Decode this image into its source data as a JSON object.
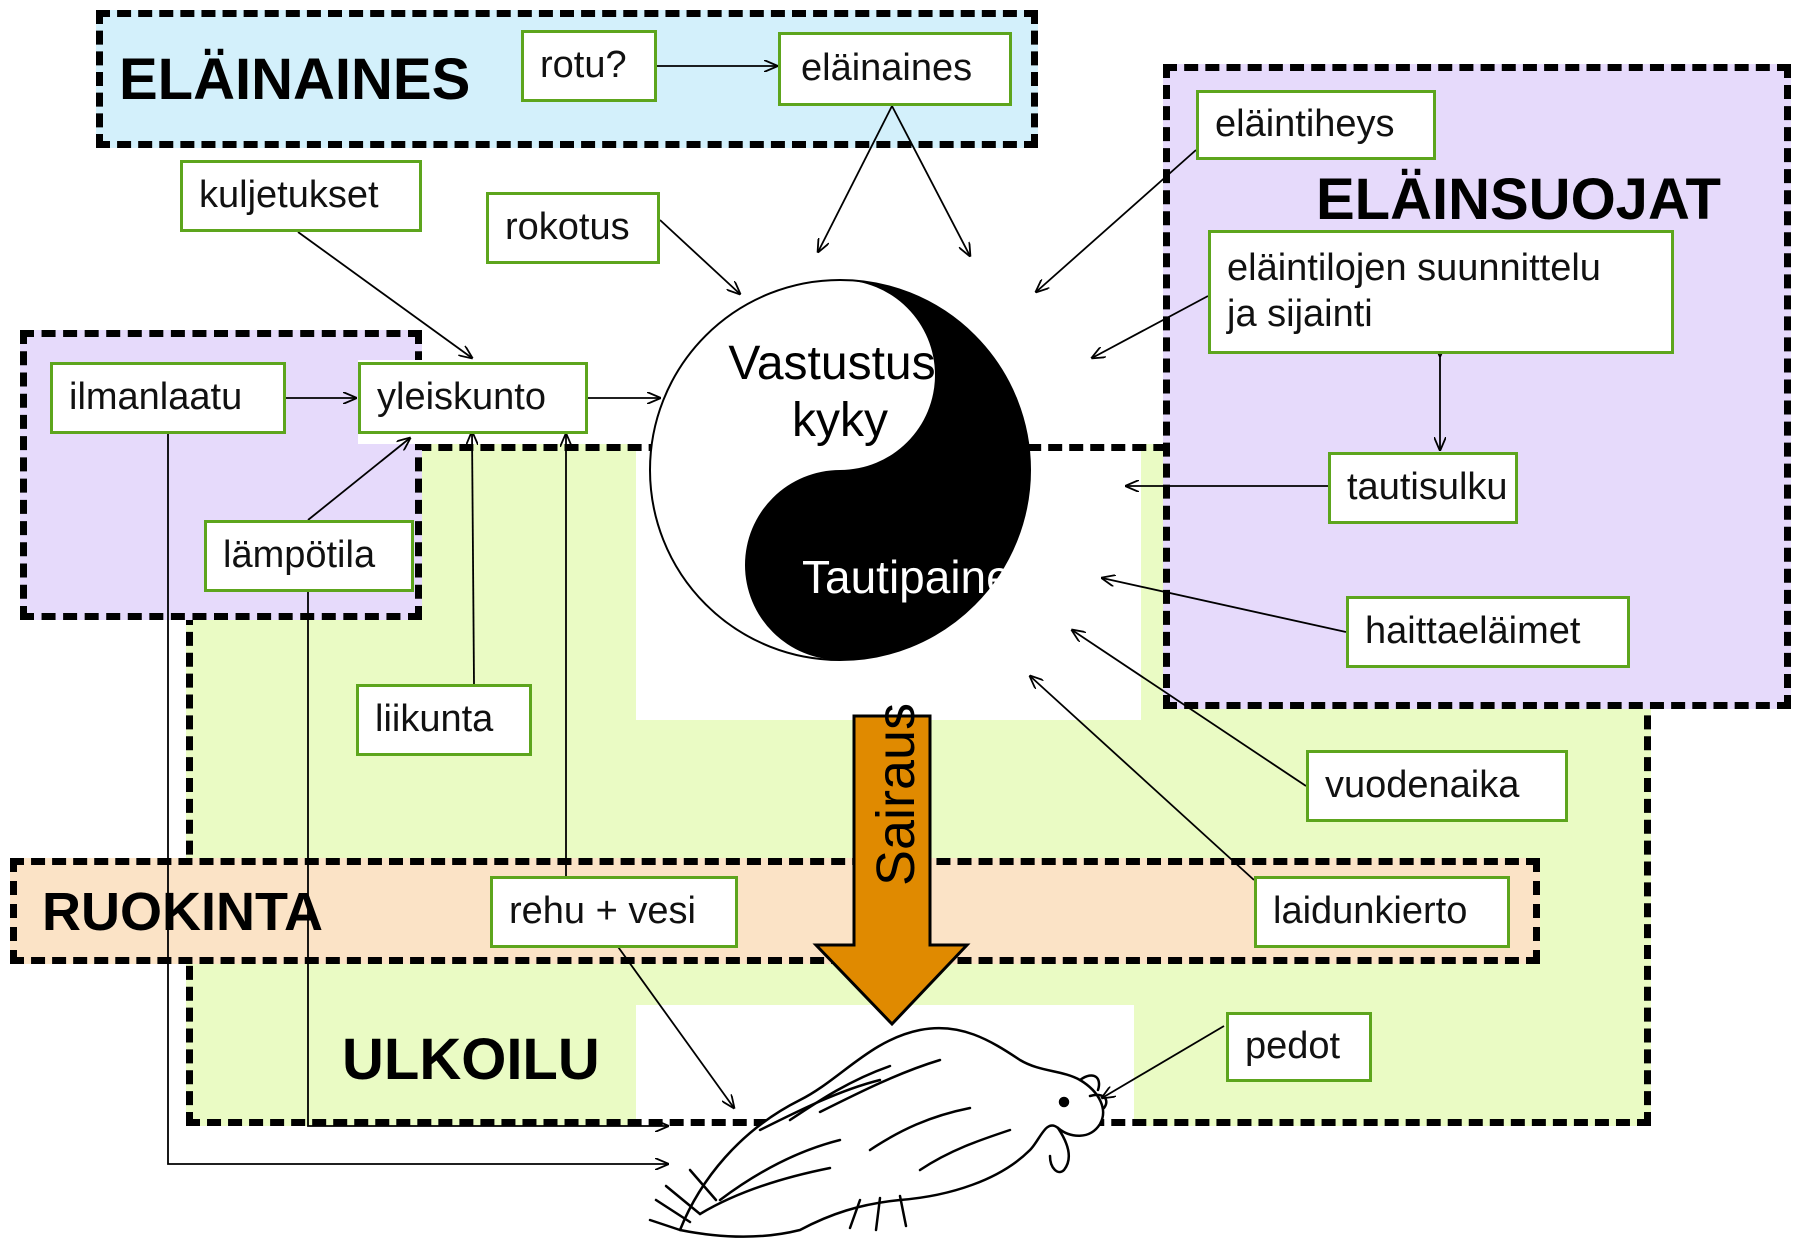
{
  "colors": {
    "elainaines_fill": "#d3f0fb",
    "elainsuojat_fill": "#e6dafb",
    "ulkoilu_fill": "#eafbc4",
    "ruokinta_fill": "#fbe3c6",
    "box_border": "#5da51d",
    "sairaus_arrow": "#e08a00"
  },
  "regions": {
    "elainaines": "ELÄINAINES",
    "elainsuojat": "ELÄINSUOJAT",
    "ruokinta": "RUOKINTA",
    "ulkoilu": "ULKOILU"
  },
  "center": {
    "resistance": "Vastustus-\nkyky",
    "disease_pressure": "Tautipaine",
    "illness": "Sairaus"
  },
  "factors": {
    "rotu": "rotu?",
    "elainaines": "eläinaines",
    "elaintiheys": "eläintiheys",
    "kuljetukset": "kuljetukset",
    "rokotus": "rokotus",
    "suunnittelu": "eläintilojen suunnittelu\nja sijainti",
    "ilmanlaatu": "ilmanlaatu",
    "yleiskunto": "yleiskunto",
    "tautisulku": "tautisulku",
    "lampotila": "lämpötila",
    "haittaelaimet": "haittaeläimet",
    "liikunta": "liikunta",
    "vuodenaika": "vuodenaika",
    "rehu_vesi": "rehu + vesi",
    "laidunkierto": "laidunkierto",
    "pedot": "pedot"
  },
  "icons": [
    "yin-yang-icon",
    "down-arrow-icon",
    "dead-chicken-icon"
  ]
}
